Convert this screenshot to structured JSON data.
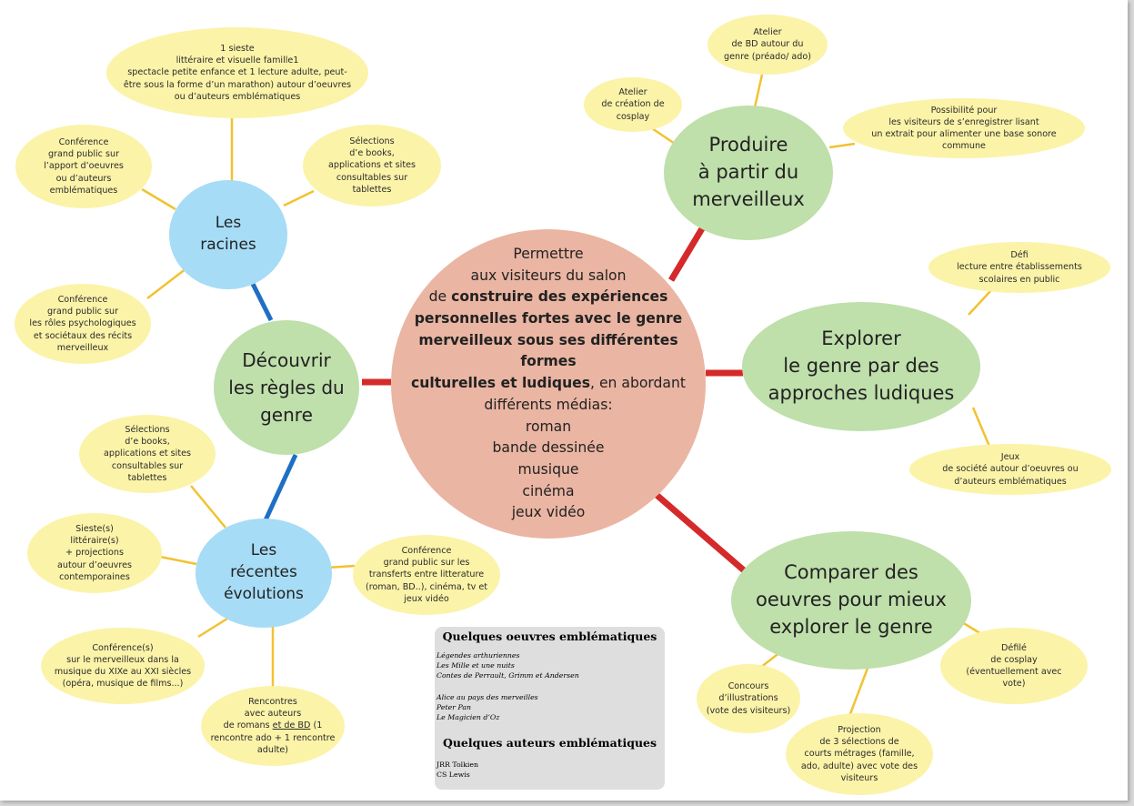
{
  "center": {
    "line1": "Permettre",
    "line2": "aux visiteurs du salon",
    "line3_pre": "de ",
    "line3_bold": "construire des expériences",
    "line4_bold": "personnelles fortes avec le genre",
    "line5_bold": "merveilleux sous ses différentes formes",
    "line6_bold": "culturelles et ludiques",
    "line6_post": ", en abordant",
    "line7": "différents médias:",
    "media": [
      "roman",
      "bande dessinée",
      "musique",
      "cinéma",
      "jeux vidéo"
    ]
  },
  "themes": {
    "decouvrir": [
      "Découvrir",
      "les règles du",
      "genre"
    ],
    "produire": [
      "Produire",
      "à partir du",
      "merveilleux"
    ],
    "explorer": [
      "Explorer",
      "le genre par des",
      "approches ludiques"
    ],
    "comparer": [
      "Comparer des",
      "oeuvres pour mieux",
      "explorer le genre"
    ]
  },
  "subthemes": {
    "racines": [
      "Les",
      "racines"
    ],
    "recentes": [
      "Les",
      "récentes",
      "évolutions"
    ]
  },
  "activities": {
    "sieste": [
      "1 sieste",
      "littéraire et visuelle famille1",
      "spectacle petite enfance et 1 lecture adulte, peut-",
      "être sous la forme d’un marathon) autour d’oeuvres",
      "ou d’auteurs emblématiques"
    ],
    "conf_apport": [
      "Conférence",
      "grand public sur",
      "l’apport d’oeuvres",
      "ou d’auteurs",
      "emblématiques"
    ],
    "selections1": [
      "Sélections",
      "d’e books,",
      "applications et sites",
      "consultables sur",
      "tablettes"
    ],
    "conf_roles": [
      "Conférence",
      "grand public sur",
      "les rôles psychologiques",
      "et sociétaux des récits",
      "merveilleux"
    ],
    "selections2": [
      "Sélections",
      "d’e books,",
      "applications et sites",
      "consultables sur",
      "tablettes"
    ],
    "siestes": [
      "Sieste(s)",
      "littéraire(s)",
      "+ projections",
      "autour d’oeuvres",
      "contemporaines"
    ],
    "conf_transferts": [
      "Conférence",
      "grand public sur les",
      "transferts entre litterature",
      "(roman, BD..), cinéma, tv et",
      "jeux vidéo"
    ],
    "conf_musique": [
      "Conférence(s)",
      "sur le merveilleux dans la",
      "musique du XIXe au XXI siècles",
      "(opéra, musique de films...)"
    ],
    "rencontres": {
      "l1": "Rencontres",
      "l2": "avec auteurs",
      "l3_pre": "de romans ",
      "l3_u": "et de BD",
      "l3_post": " (1",
      "l4": "rencontre ado + 1 rencontre",
      "l5": "adulte)"
    },
    "atelier_cosplay": [
      "Atelier",
      "de création de",
      "cosplay"
    ],
    "atelier_bd": [
      "Atelier",
      "de BD autour du",
      "genre (préado/ ado)"
    ],
    "sonore": [
      "Possibilité pour",
      "les visiteurs de s’enregistrer lisant",
      "un extrait pour alimenter une base sonore",
      "commune"
    ],
    "defi": [
      "Défi",
      "lecture entre établissements",
      "scolaires en public"
    ],
    "jeux": [
      "Jeux",
      "de société autour d’oeuvres ou",
      "d’auteurs emblématiques"
    ],
    "defile": [
      "Défilé",
      "de cosplay",
      "(éventuellement avec",
      "vote)"
    ],
    "concours": [
      "Concours",
      "d’illustrations",
      "(vote des visiteurs)"
    ],
    "projection": [
      "Projection",
      "de 3 sélections de",
      "courts métrages  (famille,",
      "ado, adulte) avec vote des",
      "visiteurs"
    ]
  },
  "box": {
    "title1": "Quelques oeuvres emblématiques",
    "works1": [
      "Légendes arthuriennes",
      "Les Mille et une nuits",
      "Contes de Perrault, Grimm et Andersen"
    ],
    "works2": [
      "Alice au pays des merveilles",
      "Peter Pan",
      "Le Magicien d’Oz"
    ],
    "title2": "Quelques auteurs emblématiques",
    "authors": [
      "JRR Tolkien",
      "CS Lewis"
    ]
  },
  "colors": {
    "connector_red": "#d42a2a",
    "connector_blue": "#1f6fc4",
    "connector_yellow": "#f2c230",
    "center_fill": "#eab5a2",
    "green_fill": "#bfdfab",
    "blue_fill": "#a6dcf6",
    "yellow_fill": "#fbf3a8",
    "box_fill": "#dedede"
  }
}
